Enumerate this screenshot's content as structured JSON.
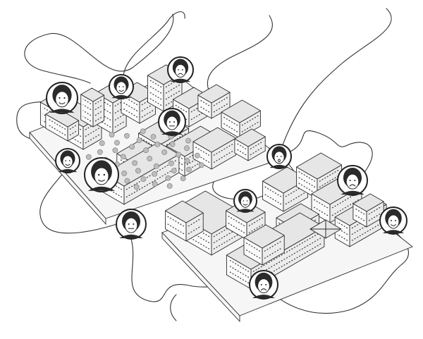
{
  "colors": {
    "ink": "#2a2a2a",
    "paper": "#ffffff",
    "roof": "#e6e6e6",
    "dot_cluster": "#bdbdbd"
  },
  "illustration": {
    "districts": 2,
    "connected_threads": true,
    "avatars": [
      {
        "icon": "person-avatar",
        "expression": "smiling"
      },
      {
        "icon": "person-avatar",
        "expression": "smiling"
      },
      {
        "icon": "person-avatar",
        "expression": "worried"
      },
      {
        "icon": "person-avatar",
        "expression": "neutral"
      },
      {
        "icon": "person-avatar",
        "expression": "smiling"
      },
      {
        "icon": "person-avatar",
        "expression": "smiling"
      },
      {
        "icon": "person-avatar",
        "expression": "neutral"
      },
      {
        "icon": "person-avatar",
        "expression": "surprised"
      },
      {
        "icon": "person-avatar",
        "expression": "smiling"
      },
      {
        "icon": "person-avatar",
        "expression": "worried"
      },
      {
        "icon": "person-avatar",
        "expression": "smiling"
      },
      {
        "icon": "person-avatar",
        "expression": "worried"
      }
    ]
  }
}
